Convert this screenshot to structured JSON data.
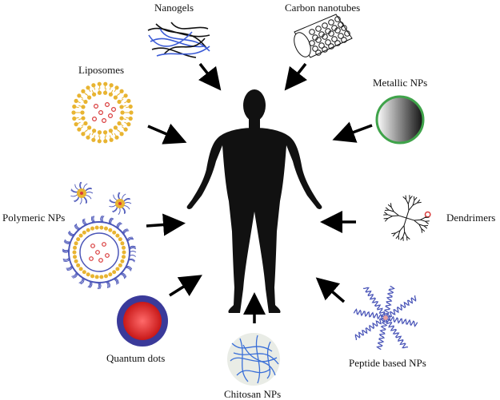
{
  "center": {
    "figure": "human-silhouette",
    "color": "#111111"
  },
  "nodes": [
    {
      "id": "nanogels",
      "label": "Nanogels",
      "icon": "nanogel-network-icon"
    },
    {
      "id": "carbon-nanotubes",
      "label": "Carbon nanotubes",
      "icon": "carbon-nanotube-icon"
    },
    {
      "id": "liposomes",
      "label": "Liposomes",
      "icon": "liposome-icon"
    },
    {
      "id": "metallic-nps",
      "label": "Metallic NPs",
      "icon": "metallic-sphere-icon"
    },
    {
      "id": "polymeric-nps",
      "label": "Polymeric NPs",
      "icon": "polymeric-micelle-icon"
    },
    {
      "id": "dendrimers",
      "label": "Dendrimers",
      "icon": "dendrimer-icon"
    },
    {
      "id": "quantum-dots",
      "label": "Quantum dots",
      "icon": "quantum-dot-icon"
    },
    {
      "id": "chitosan-nps",
      "label": "Chitosan NPs",
      "icon": "chitosan-network-icon"
    },
    {
      "id": "peptide-based-nps",
      "label": "Peptide based NPs",
      "icon": "peptide-helix-icon"
    }
  ],
  "colors": {
    "arrow": "#000000",
    "lipid_head": "#e8b431",
    "payload": "#d93a3a",
    "polymer": "#4a55b8",
    "metallic_ring": "#3fa34a",
    "quantum_core": "#e02424",
    "quantum_shell": "#3a3a9a",
    "chitosan_fill": "#e9ece6",
    "chitosan_fiber": "#3a6fd8"
  }
}
